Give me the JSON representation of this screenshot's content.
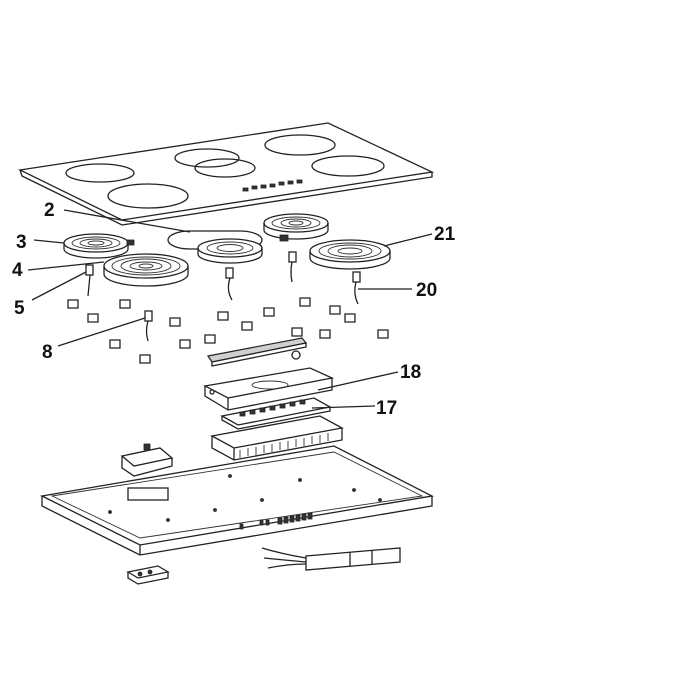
{
  "diagram": {
    "callouts": [
      {
        "id": "2",
        "label": "2"
      },
      {
        "id": "3",
        "label": "3"
      },
      {
        "id": "4",
        "label": "4"
      },
      {
        "id": "5",
        "label": "5"
      },
      {
        "id": "8",
        "label": "8"
      },
      {
        "id": "17",
        "label": "17"
      },
      {
        "id": "18",
        "label": "18"
      },
      {
        "id": "20",
        "label": "20"
      },
      {
        "id": "21",
        "label": "21"
      }
    ],
    "colors": {
      "line": "#222222",
      "background": "#ffffff",
      "fill_gray": "#cfcfcf"
    }
  }
}
